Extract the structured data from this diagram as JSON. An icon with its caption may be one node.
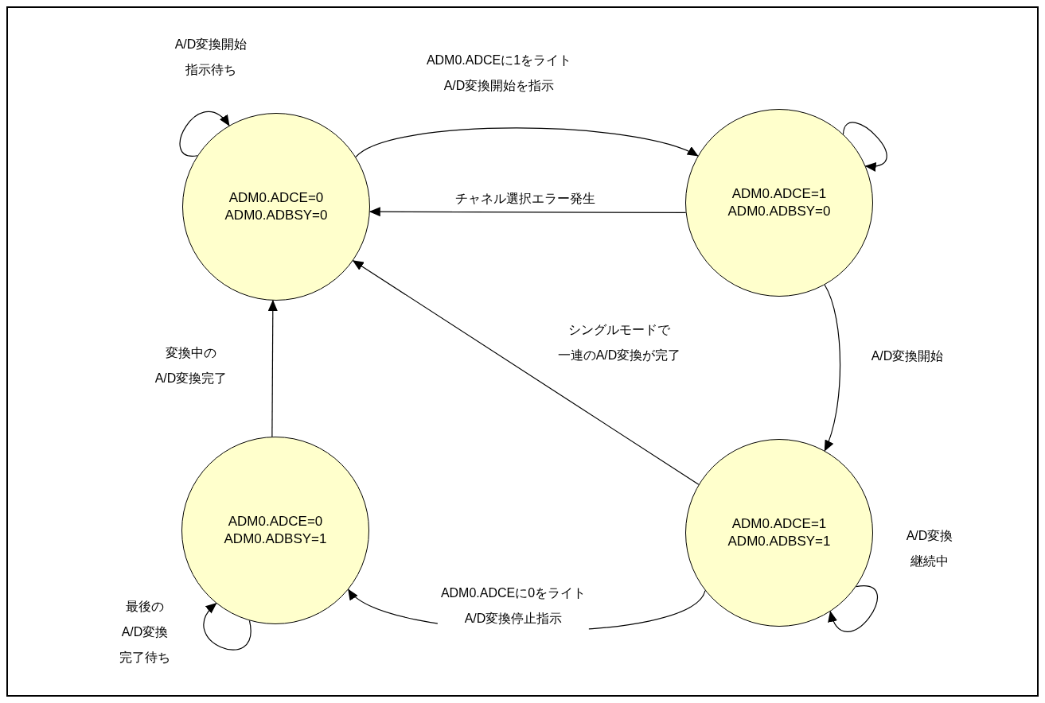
{
  "diagram": {
    "nodes": [
      {
        "text": [
          "ADM0.ADCE=0 ADM0.ADBSY=0"
        ]
      },
      {
        "text": [
          "ADM0.ADCE=1 ADM0.ADBSY=0"
        ]
      },
      {
        "text": [
          "ADM0.ADCE=0 ADM0.ADBSY=1"
        ]
      },
      {
        "text": [
          "ADM0.ADCE=1 ADM0.ADBSY=1"
        ]
      }
    ],
    "edges": [
      {
        "from": 0,
        "to": 0,
        "arrow": "to",
        "label": "A/D変換開始指示待ち"
      },
      {
        "from": 0,
        "to": 1,
        "arrow": "to",
        "label": "ADM0.ADCEに1をライト A/D変換開始を指示"
      },
      {
        "from": 1,
        "to": 0,
        "arrow": "to",
        "label": "チャネル選択エラー発生"
      },
      {
        "from": 1,
        "to": 1,
        "arrow": "to"
      },
      {
        "from": 1,
        "to": 3,
        "arrow": "to",
        "label": "A/D変換開始"
      },
      {
        "from": 3,
        "to": 0,
        "arrow": "to",
        "label": "シングルモードで一連のA/D変換が完了"
      },
      {
        "from": 2,
        "to": 0,
        "arrow": "to",
        "label": "変換中の A/D変換完了"
      },
      {
        "from": 3,
        "to": 2,
        "arrow": "to",
        "label": "ADM0.ADCEに0をライト A/D変換停止指示"
      },
      {
        "from": 3,
        "to": 3,
        "arrow": "to",
        "label": "A/D変換継続中"
      },
      {
        "from": 2,
        "to": 2,
        "arrow": "to",
        "label": "最後のA/D変換完了待ち"
      }
    ]
  }
}
